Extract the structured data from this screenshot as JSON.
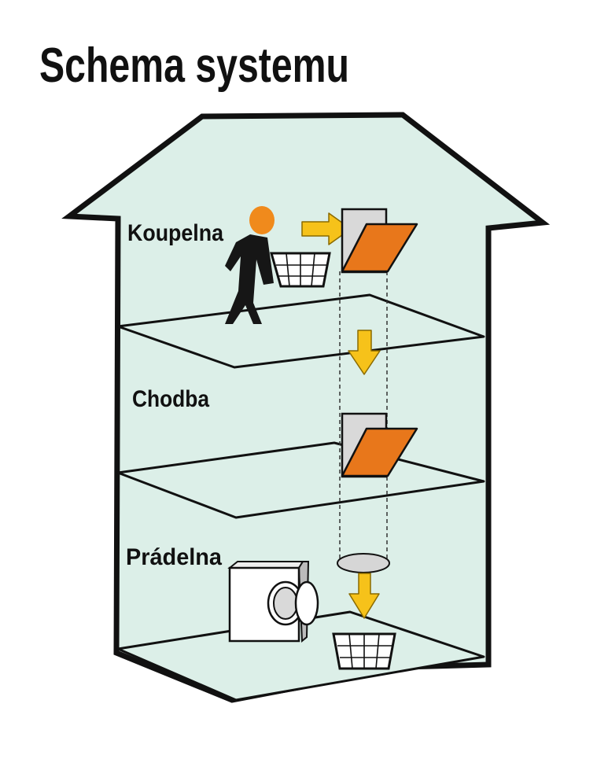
{
  "title": "Schema systemu",
  "floors": [
    {
      "label": "Koupelna"
    },
    {
      "label": "Chodba"
    },
    {
      "label": "Prádelna"
    }
  ],
  "colors": {
    "wall_fill": "#dcefe8",
    "outline": "#111111",
    "hatch_door": "#e8771b",
    "hatch_back": "#d9d9d9",
    "arrow": "#f6c21a",
    "arrow_stroke": "#8a6a00",
    "person_head": "#f08a1c",
    "person_body": "#161616",
    "chute_outlet": "#d6d6d6"
  },
  "icons": [
    "person-icon",
    "laundry-basket-icon",
    "washing-machine-icon",
    "arrow-right-icon",
    "arrow-down-icon",
    "chute-hatch-icon"
  ]
}
